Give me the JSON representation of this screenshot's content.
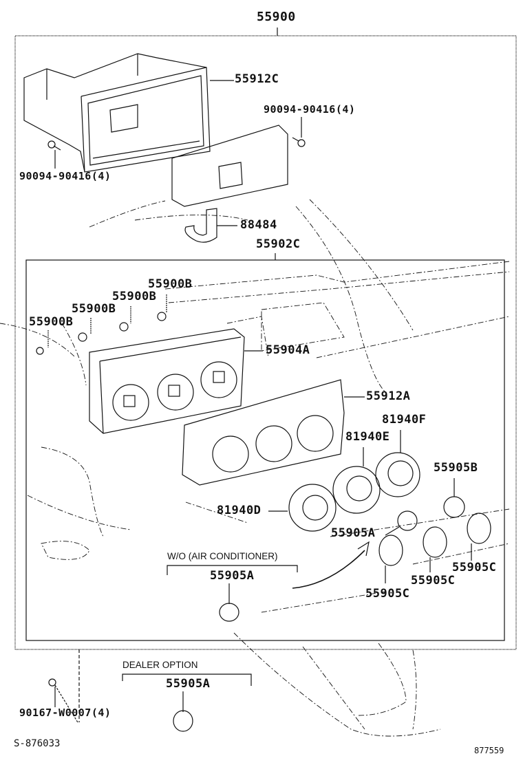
{
  "diagram": {
    "title_part": "55900",
    "callouts": {
      "c55912C": "55912C",
      "screw_right": "90094-90416(4)",
      "screw_left": "90094-90416(4)",
      "c88484": "88484",
      "c55902C": "55902C",
      "b1": "55900B",
      "b2": "55900B",
      "b3": "55900B",
      "b4": "55900B",
      "c55904A": "55904A",
      "c55912A": "55912A",
      "c81940F": "81940F",
      "c81940E": "81940E",
      "c81940D": "81940D",
      "c55905B": "55905B",
      "c55905A": "55905A",
      "c55905C_1": "55905C",
      "c55905C_2": "55905C",
      "c55905C_3": "55905C",
      "wo_ac_part": "55905A",
      "dealer_part": "55905A",
      "bottom_screw": "90167-W0007(4)"
    },
    "notes": {
      "wo_ac": "W/O (AIR CONDITIONER)",
      "dealer_option": "DEALER OPTION"
    },
    "ref_left": "S-876033",
    "ref_right": "877559"
  }
}
